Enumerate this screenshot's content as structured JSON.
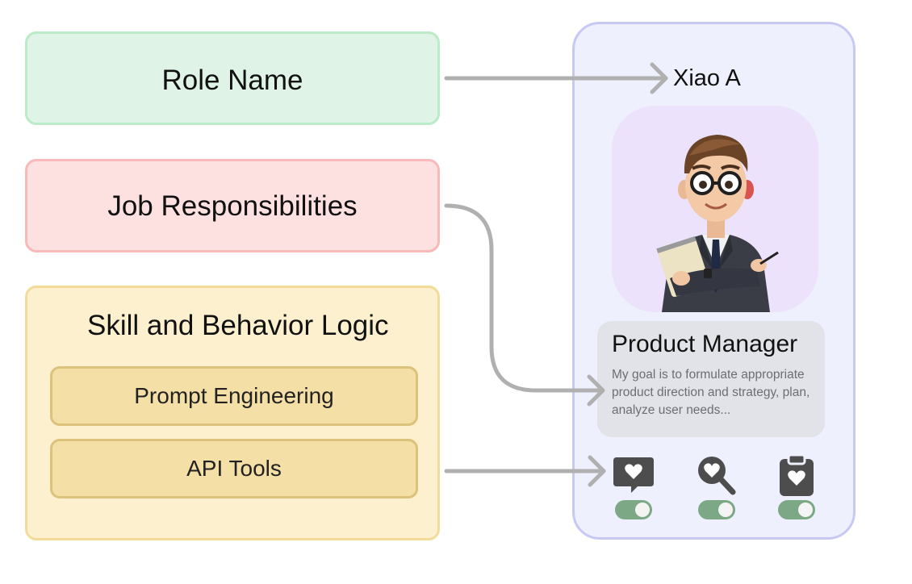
{
  "inputs": {
    "role_name": "Role Name",
    "job_responsibilities": "Job Responsibilities",
    "skill_logic": "Skill and Behavior Logic",
    "prompt_engineering": "Prompt Engineering",
    "api_tools": "API Tools"
  },
  "agent_card": {
    "name": "Xiao A",
    "role_title": "Product Manager",
    "description": "My goal is to formulate appropriate product direction and strategy, plan, analyze user needs...",
    "tools": [
      {
        "icon": "chat-heart-icon",
        "enabled": true
      },
      {
        "icon": "search-heart-icon",
        "enabled": true
      },
      {
        "icon": "clipboard-heart-icon",
        "enabled": true
      }
    ]
  },
  "colors": {
    "role_fill": "#dff4e6",
    "job_fill": "#fde1e1",
    "skill_fill": "#fcf0cf",
    "card_fill": "#eef1fd",
    "toggle_on": "#7da886",
    "arrow": "#b0b0b0"
  }
}
